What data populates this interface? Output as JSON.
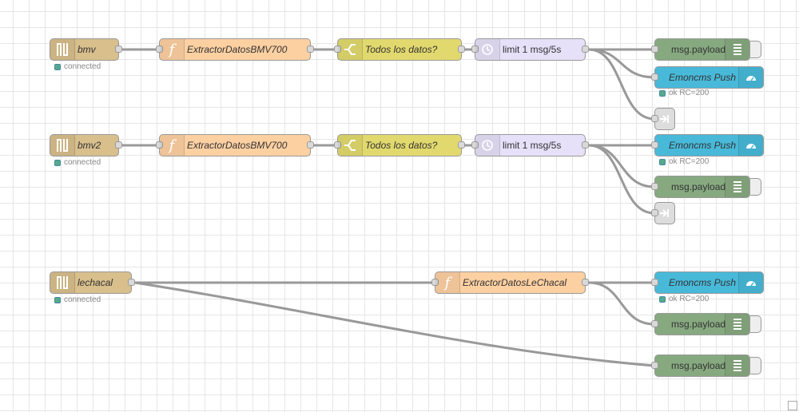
{
  "flows": [
    {
      "serial": {
        "label": "bmv",
        "status": "connected"
      },
      "function": {
        "label": "ExtractorDatosBMV700"
      },
      "switch": {
        "label": "Todos los datos?"
      },
      "delay": {
        "label": "limit 1 msg/5s"
      },
      "debug": {
        "label": "msg.payload"
      },
      "emoncms": {
        "label": "Emoncms Push",
        "status": "ok RC=200"
      }
    },
    {
      "serial": {
        "label": "bmv2",
        "status": "connected"
      },
      "function": {
        "label": "ExtractorDatosBMV700"
      },
      "switch": {
        "label": "Todos los datos?"
      },
      "delay": {
        "label": "limit 1 msg/5s"
      },
      "emoncms": {
        "label": "Emoncms Push",
        "status": "ok RC=200"
      },
      "debug": {
        "label": "msg.payload"
      }
    },
    {
      "serial": {
        "label": "lechacal",
        "status": "connected"
      },
      "function": {
        "label": "ExtractorDatosLeChacal"
      },
      "emoncms": {
        "label": "Emoncms Push",
        "status": "ok RC=200"
      },
      "debug": {
        "label": "msg.payload"
      },
      "debug2": {
        "label": "msg.payload"
      }
    }
  ],
  "colors": {
    "serial": "#d8bf8c",
    "function": "#fdd0a2",
    "switch": "#e2d96e",
    "delay": "#e6e0f8",
    "debug": "#87a980",
    "emoncms": "#48b9d9",
    "link": "#dddddd",
    "wire": "#999999",
    "status_ok": "#55aa88"
  },
  "icons": {
    "serial": "serial-icon",
    "function": "function-icon",
    "switch": "switch-icon",
    "delay": "timer-icon",
    "debug": "debug-list-icon",
    "emoncms": "gauge-icon",
    "link": "link-out-icon"
  }
}
